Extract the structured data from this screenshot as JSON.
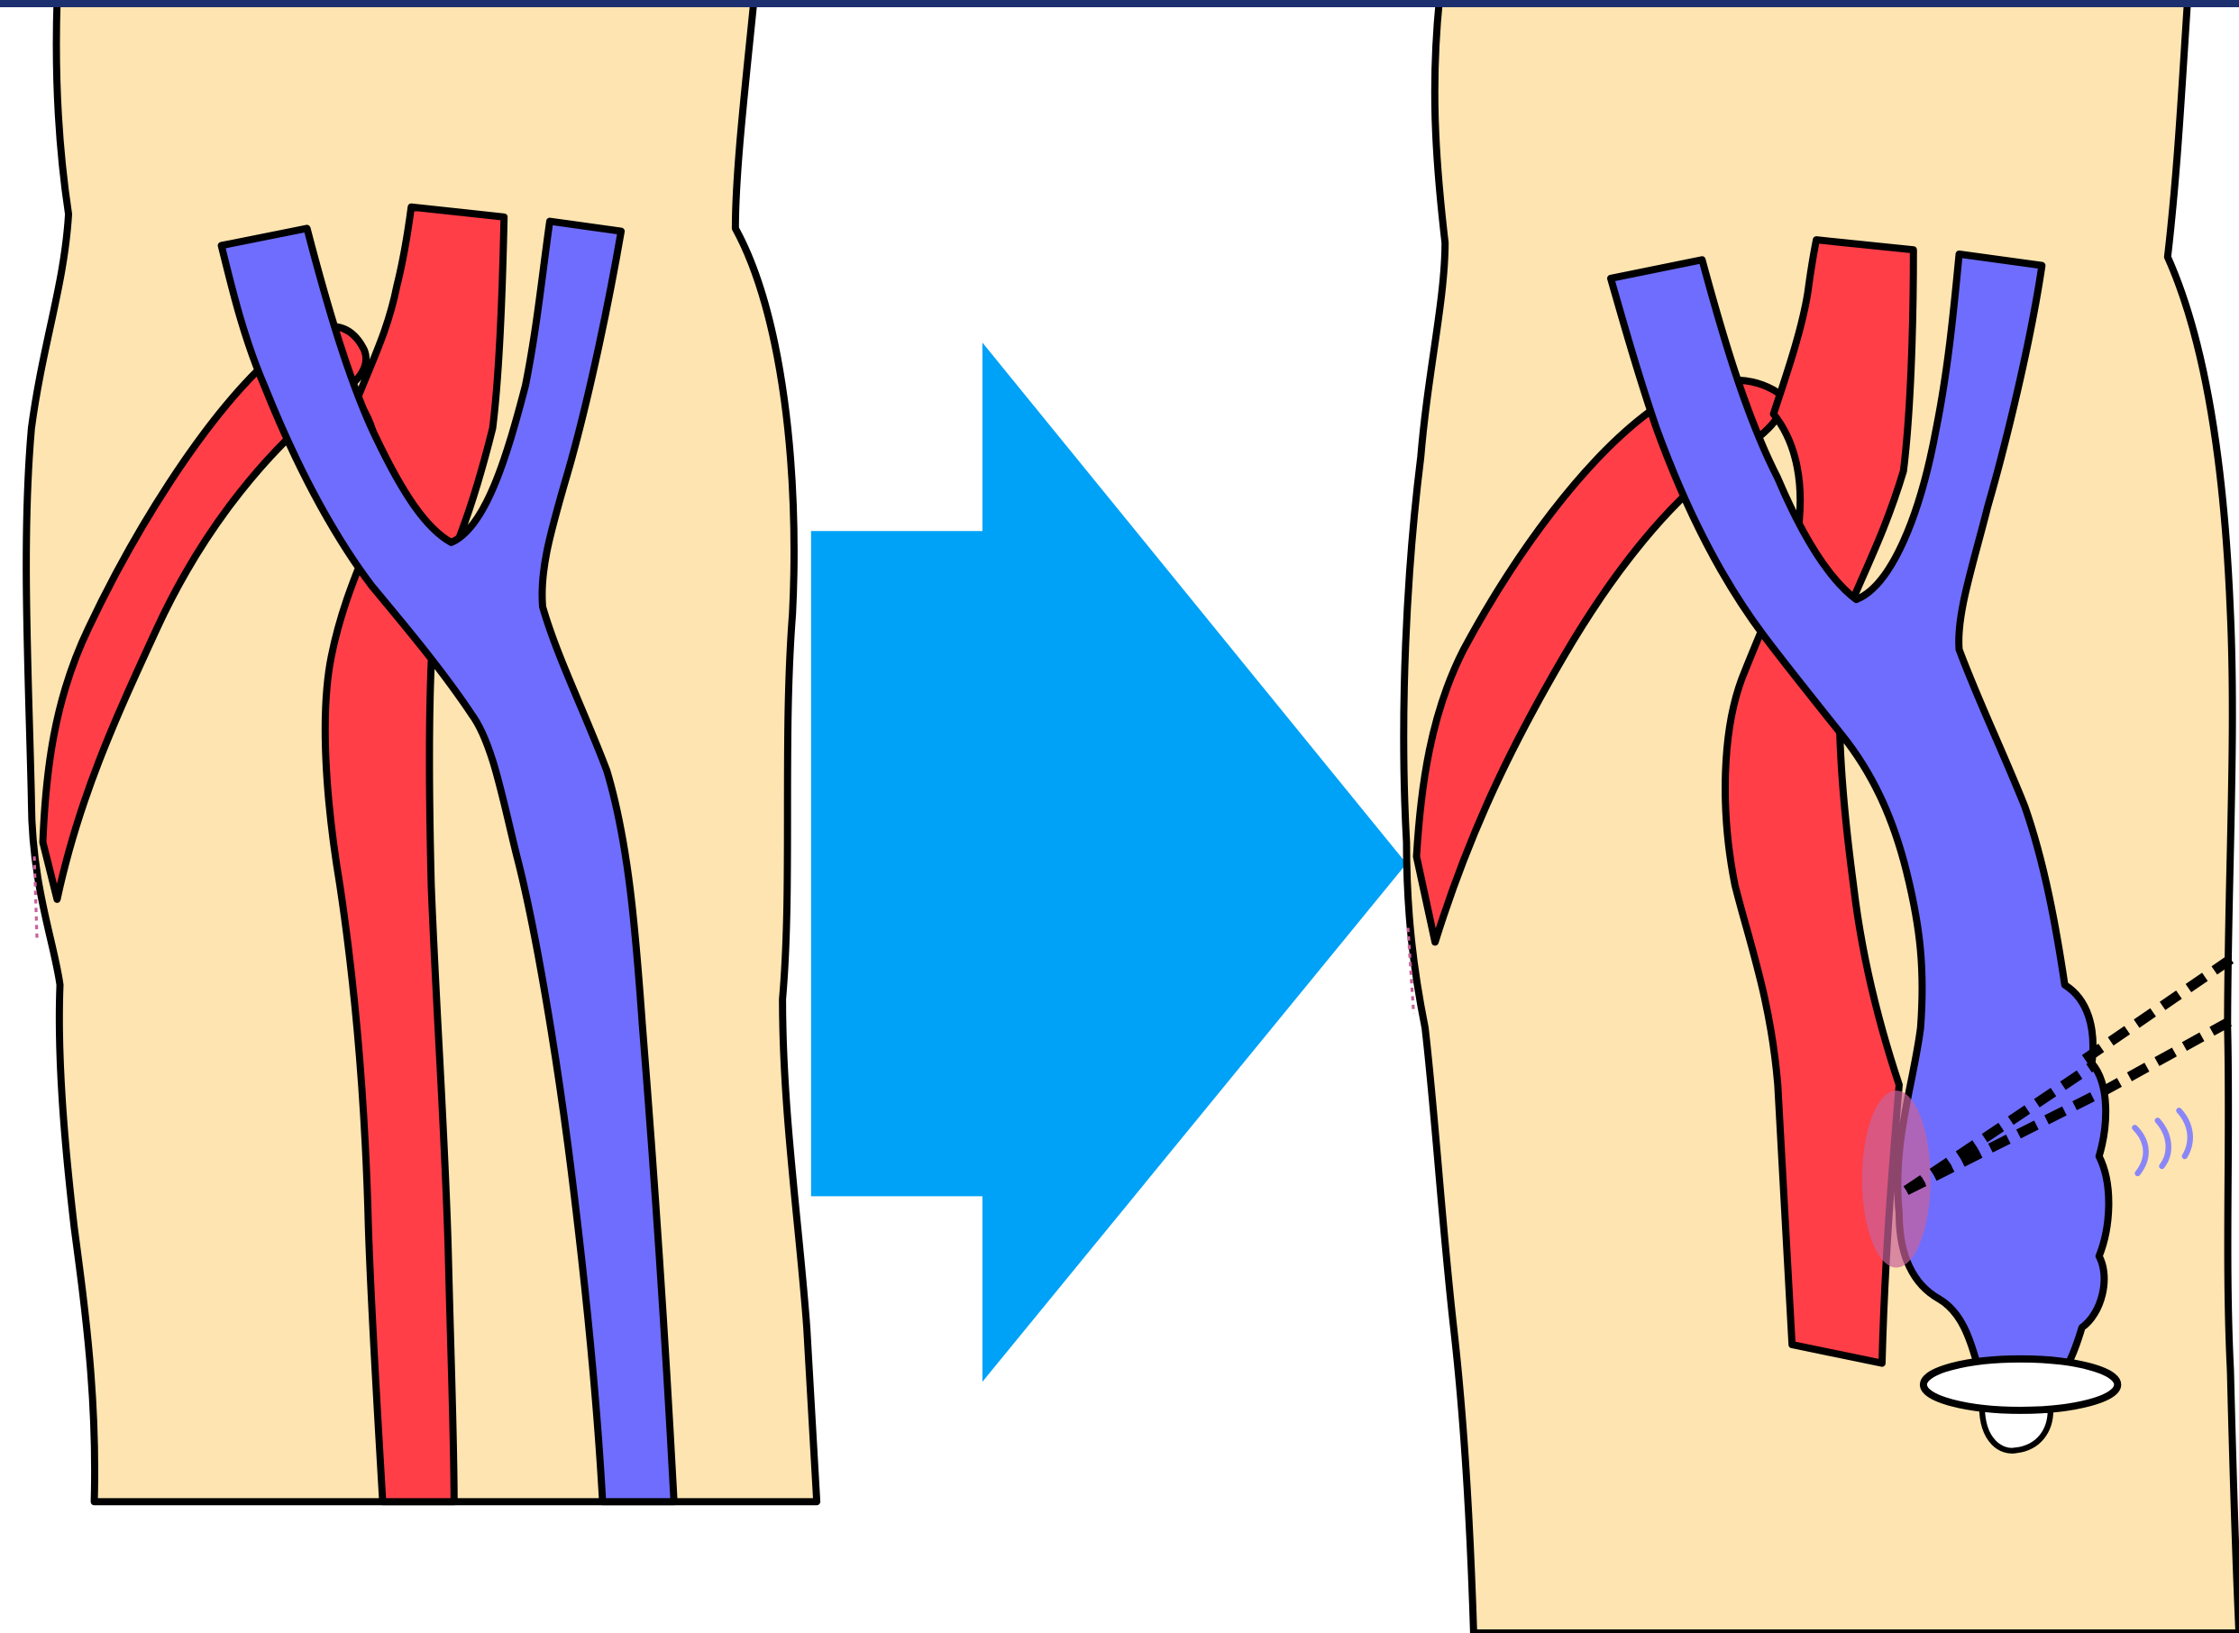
{
  "diagram": {
    "panels": [
      {
        "id": "before",
        "subject": "leg-vessels-normal"
      },
      {
        "id": "after",
        "subject": "leg-vessels-with-venous-enlargement-and-device"
      }
    ],
    "arrow": {
      "direction": "right"
    }
  },
  "colors": {
    "top_bar": "#1c2f6e",
    "skin": "#fde4b0",
    "artery": "#ff3e48",
    "vein": "#6f6dfd",
    "arrow": "#00a2f7",
    "outline": "#000000",
    "highlight": "#c9629a",
    "device": "#ffffff",
    "pulse": "#8a86f8"
  }
}
